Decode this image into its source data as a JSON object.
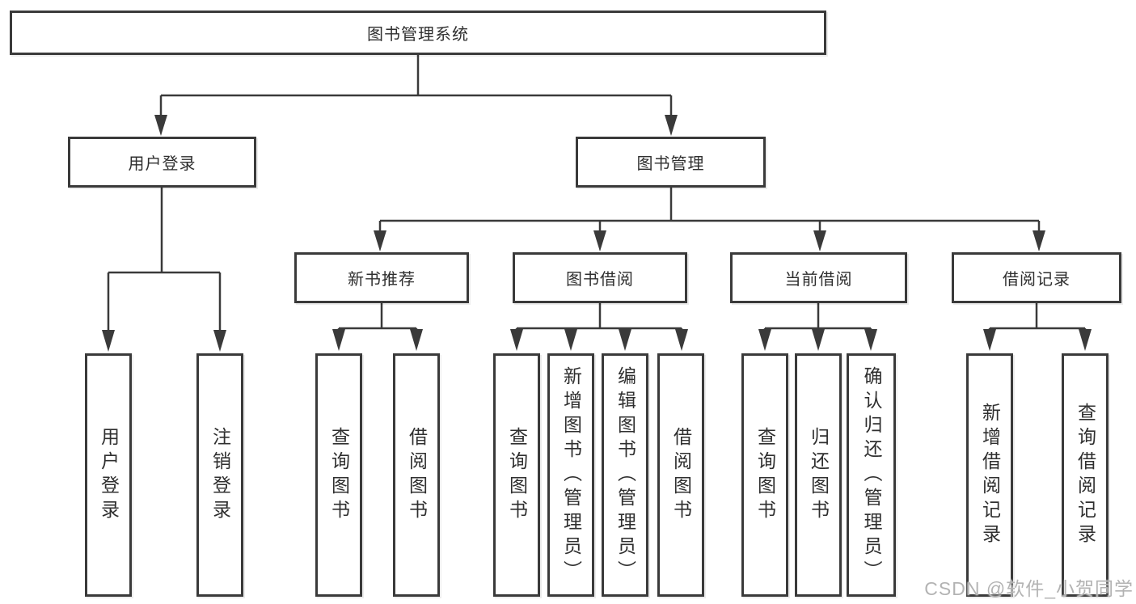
{
  "diagram_type": "hierarchy-diagram",
  "colors": {
    "line": "#3a3a3a",
    "box_border": "#3a3a3a",
    "box_background": "#ffffff",
    "text": "#2f2f2f",
    "watermark": "#b3b3b3"
  },
  "tree": {
    "root": {
      "label": "图书管理系统",
      "children": [
        {
          "label": "用户登录",
          "children": [
            {
              "label": "用户登录"
            },
            {
              "label": "注销登录"
            }
          ]
        },
        {
          "label": "图书管理",
          "children": [
            {
              "label": "新书推荐",
              "children": [
                {
                  "label": "查询图书"
                },
                {
                  "label": "借阅图书"
                }
              ]
            },
            {
              "label": "图书借阅",
              "children": [
                {
                  "label": "查询图书"
                },
                {
                  "label": "新增图书（管理员）"
                },
                {
                  "label": "编辑图书（管理员）"
                },
                {
                  "label": "借阅图书"
                }
              ]
            },
            {
              "label": "当前借阅",
              "children": [
                {
                  "label": "查询图书"
                },
                {
                  "label": "归还图书"
                },
                {
                  "label": "确认归还（管理员）"
                }
              ]
            },
            {
              "label": "借阅记录",
              "children": [
                {
                  "label": "新增借阅记录"
                },
                {
                  "label": "查询借阅记录"
                }
              ]
            }
          ]
        }
      ]
    }
  },
  "watermark": {
    "text": "CSDN @软件_小贺同学"
  }
}
